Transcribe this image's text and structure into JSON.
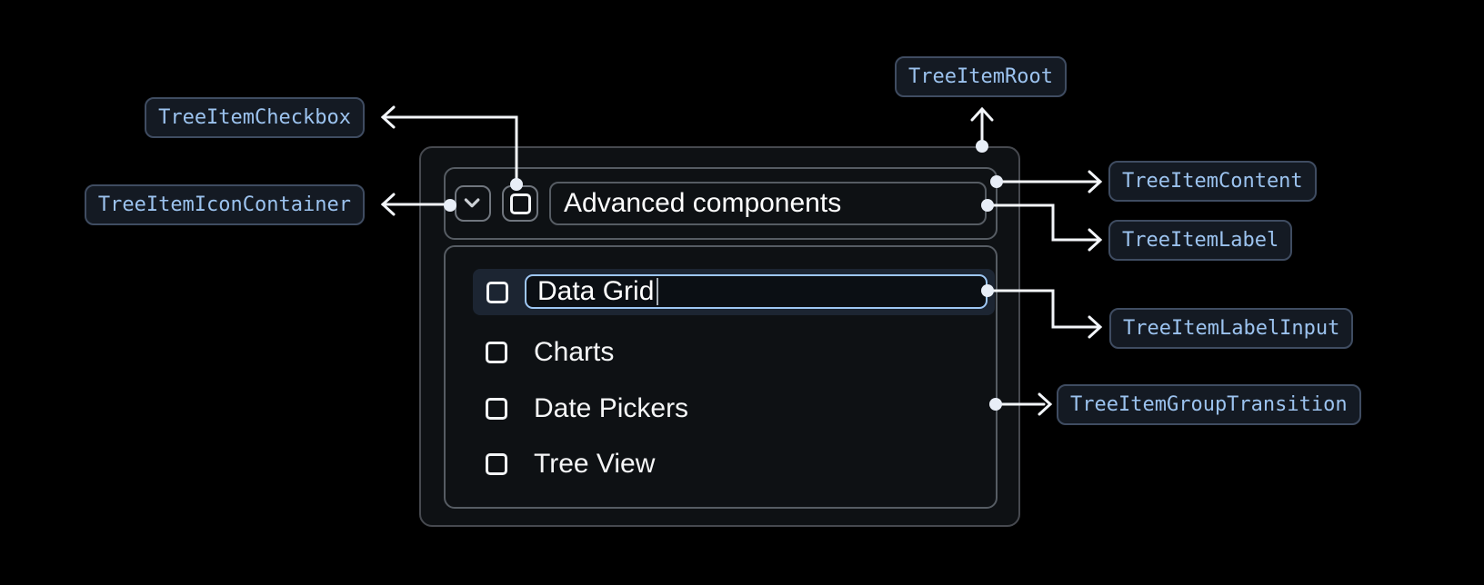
{
  "diagram": {
    "annotations": {
      "checkbox": "TreeItemCheckbox",
      "icon_container": "TreeItemIconContainer",
      "root": "TreeItemRoot",
      "content": "TreeItemContent",
      "label": "TreeItemLabel",
      "label_input": "TreeItemLabelInput",
      "group_transition": "TreeItemGroupTransition"
    }
  },
  "tree_item": {
    "parent_label": "Advanced components",
    "parent_expanded": true,
    "parent_checkbox_checked": false,
    "edited_child": {
      "value": "Data Grid",
      "checkbox_checked": false
    },
    "children": [
      {
        "label": "Charts",
        "checkbox_checked": false
      },
      {
        "label": "Date Pickers",
        "checkbox_checked": false
      },
      {
        "label": "Tree View",
        "checkbox_checked": false
      }
    ]
  },
  "icons": {
    "expand": "chevron-down-icon",
    "checkbox": "checkbox-unchecked-icon"
  },
  "colors": {
    "page_bg": "#000000",
    "surface_bg": "#0e1114",
    "surface_border": "#565c63",
    "button_border": "#70767e",
    "row_highlight_bg": "#1c2532",
    "input_focus_border": "#9ec7f4",
    "chip_bg": "#141a23",
    "chip_border": "#3f4c61",
    "chip_text": "#9cc3ef",
    "connector": "#f3f6fa",
    "text_primary": "#ffffff"
  }
}
